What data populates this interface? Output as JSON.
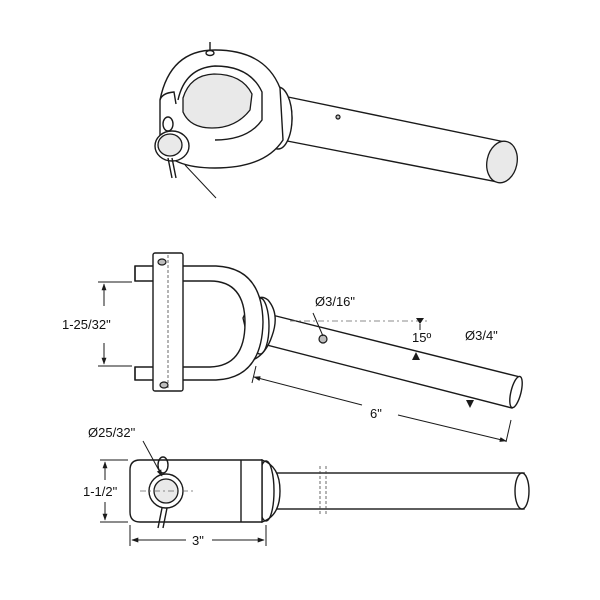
{
  "dimensions": {
    "hole_diameter": "Ø3/16\"",
    "angle": "15º",
    "shaft_diameter": "Ø3/4\"",
    "jaw_opening": "1-25/32\"",
    "shaft_length": "6\"",
    "pin_diameter": "Ø25/32\"",
    "jaw_height": "1-1/2\"",
    "body_length": "3\""
  }
}
